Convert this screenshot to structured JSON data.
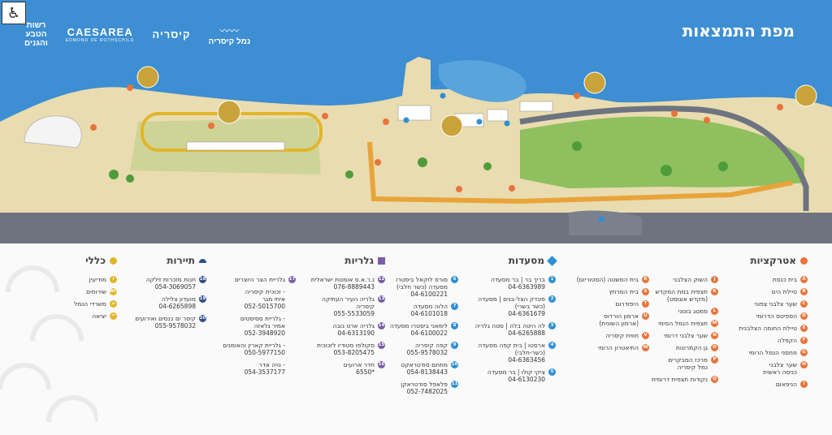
{
  "header": {
    "title": "מפת התמצאות",
    "logo_caesarea": "CAESAREA",
    "logo_caesarea_sub": "EDMOND DE ROTHSCHILD",
    "logo_hebrew": "קיסריה",
    "logo_port": "נמל קיסריה",
    "logo_nature": "רשות\nהטבע\nוהגנים"
  },
  "accessibility_icon": "wheelchair-icon",
  "colors": {
    "sea": "#3d8ed2",
    "land": "#e9dcb0",
    "grass": "#8fbf5e",
    "road": "#6d7480",
    "accent_orange": "#e8743b",
    "accent_blue": "#2d8fd5",
    "accent_purple": "#7b5ea7",
    "accent_navy": "#2f4f8a",
    "accent_yellow": "#e2b52a"
  },
  "attractions": {
    "title": "אטרקציות",
    "col1": [
      {
        "badge": "A",
        "text": "בית כנסת"
      },
      {
        "badge": "B",
        "text": "טיילת הים"
      },
      {
        "badge": "C",
        "text": "שער צלבני צפוני"
      },
      {
        "badge": "D",
        "text": "הספיטס הדרומי"
      },
      {
        "badge": "E",
        "text": "טיילת החומה הצלבנית"
      },
      {
        "badge": "F",
        "text": "הקפלה"
      },
      {
        "badge": "G",
        "text": "מחסני הנמל הרומי"
      },
      {
        "badge": "H",
        "text": "שער צלבני\nכניסה ראשית"
      },
      {
        "badge": "I",
        "text": "הניפאום"
      }
    ],
    "col2": [
      {
        "badge": "J",
        "text": "השוק הצלבני"
      },
      {
        "badge": "K",
        "text": "תצפית במת המקדש\n(מקדש אוגוסט)"
      },
      {
        "badge": "L",
        "text": "סמטג בוטני"
      },
      {
        "badge": "M",
        "text": "תצפית הנמל הסימי"
      },
      {
        "badge": "N",
        "text": "שער צלבני דרומי"
      },
      {
        "badge": "O",
        "text": "גן הקמרונות"
      },
      {
        "badge": "P",
        "text": "מרכז המבקרים\nנמל קיסריה"
      },
      {
        "badge": "Q",
        "text": "נקודות תצפית דרומית"
      }
    ],
    "col3": [
      {
        "badge": "R",
        "text": "בית המשטה (הסטוריום)"
      },
      {
        "badge": "S",
        "text": "בית המרחץ"
      },
      {
        "badge": "T",
        "text": "היפודרום"
      },
      {
        "badge": "U",
        "text": "ארמון הורדוס\n(ארמון השונית)"
      },
      {
        "badge": "V",
        "text": "חווית קיסריה"
      },
      {
        "badge": "W",
        "text": "התיאטרון הרומי"
      }
    ]
  },
  "restaurants": {
    "title": "מסעדות",
    "col1": [
      {
        "badge": "1",
        "text": "בריך בר | בר מסעדה",
        "phone": "04-6363989"
      },
      {
        "badge": "2",
        "text": "פונדק הצל-בנים | מסעדה\n(כשר בשרי)",
        "phone": "04-6361679"
      },
      {
        "badge": "3",
        "text": "לה היטה בלה | סטה גלריה",
        "phone": "04-6265888"
      },
      {
        "badge": "4",
        "text": "ארסטו | בית קפה מסעדה\n(כשר-חלבי)",
        "phone": "04-6363456"
      },
      {
        "badge": "5",
        "text": "ציקי קולו | בר מסעדה",
        "phone": "04-6130230"
      }
    ],
    "col2": [
      {
        "badge": "6",
        "text": "סורס לוקאל ביסטרו\nמסעדה (כשר חלבי)",
        "phone": "04-6100221"
      },
      {
        "badge": "7",
        "text": "הלוה מסעדה",
        "phone": "04-6101018"
      },
      {
        "badge": "8",
        "text": "לימאני ביסטרו מסעדה",
        "phone": "04-6100022"
      },
      {
        "badge": "9",
        "text": "קפה קיסריה",
        "phone": "055-9578032"
      },
      {
        "badge": "10",
        "text": "מתחם סודטראקט",
        "phone": "054-8138443"
      },
      {
        "badge": "11",
        "text": "פלאפל סודטראקן",
        "phone": "052-7482025"
      }
    ]
  },
  "galleries": {
    "title": "גלריות",
    "col1": [
      {
        "badge": "12",
        "text": "נ.ר.א.ס אומנות ישראלית",
        "phone": "076-8889443"
      },
      {
        "badge": "13",
        "text": "גלריה העיר העתיקה\nקיסריה",
        "phone": "055-5533059"
      },
      {
        "badge": "14",
        "text": "גלריה ארט נובה",
        "phone": "04-6313190"
      },
      {
        "badge": "15",
        "text": "סקולפו סטודיו לזכוכית",
        "phone": "053-8205475"
      },
      {
        "badge": "16",
        "text": "חדר ארועים",
        "phone": "*6550"
      }
    ],
    "col2": [
      {
        "badge": "17",
        "text": "גלריית הצר היוצרים",
        "phone": ""
      },
      {
        "badge": "",
        "text": "- זכוכית קיסריה\nאיתי מגר",
        "phone": "052-5015700"
      },
      {
        "badge": "",
        "text": "- גלריית ססיסטים\nאמיר גלאזה",
        "phone": "052-3948920"
      },
      {
        "badge": "",
        "text": "- גלריית קארין והאומנים",
        "phone": "050-5977150"
      },
      {
        "badge": "",
        "text": "- נויה אדר",
        "phone": "054-3537177"
      }
    ]
  },
  "tours": {
    "title": "תיירות",
    "items": [
      {
        "badge": "18",
        "text": "חנות מזכרות זילקה",
        "phone": "054-3069057"
      },
      {
        "badge": "19",
        "text": "מועדון צלילה",
        "phone": "04-6265898"
      },
      {
        "badge": "20",
        "text": "קיסר ים כנסים ואירועים",
        "phone": "055-9578032"
      }
    ]
  },
  "general": {
    "title": "כללי",
    "items": [
      {
        "badge": "i",
        "text": "מודיעין"
      },
      {
        "badge": "WC",
        "text": "שירותים"
      },
      {
        "badge": "⌂",
        "text": "משרדי הנמל"
      },
      {
        "badge": "⇦",
        "text": "יציאה"
      }
    ]
  }
}
